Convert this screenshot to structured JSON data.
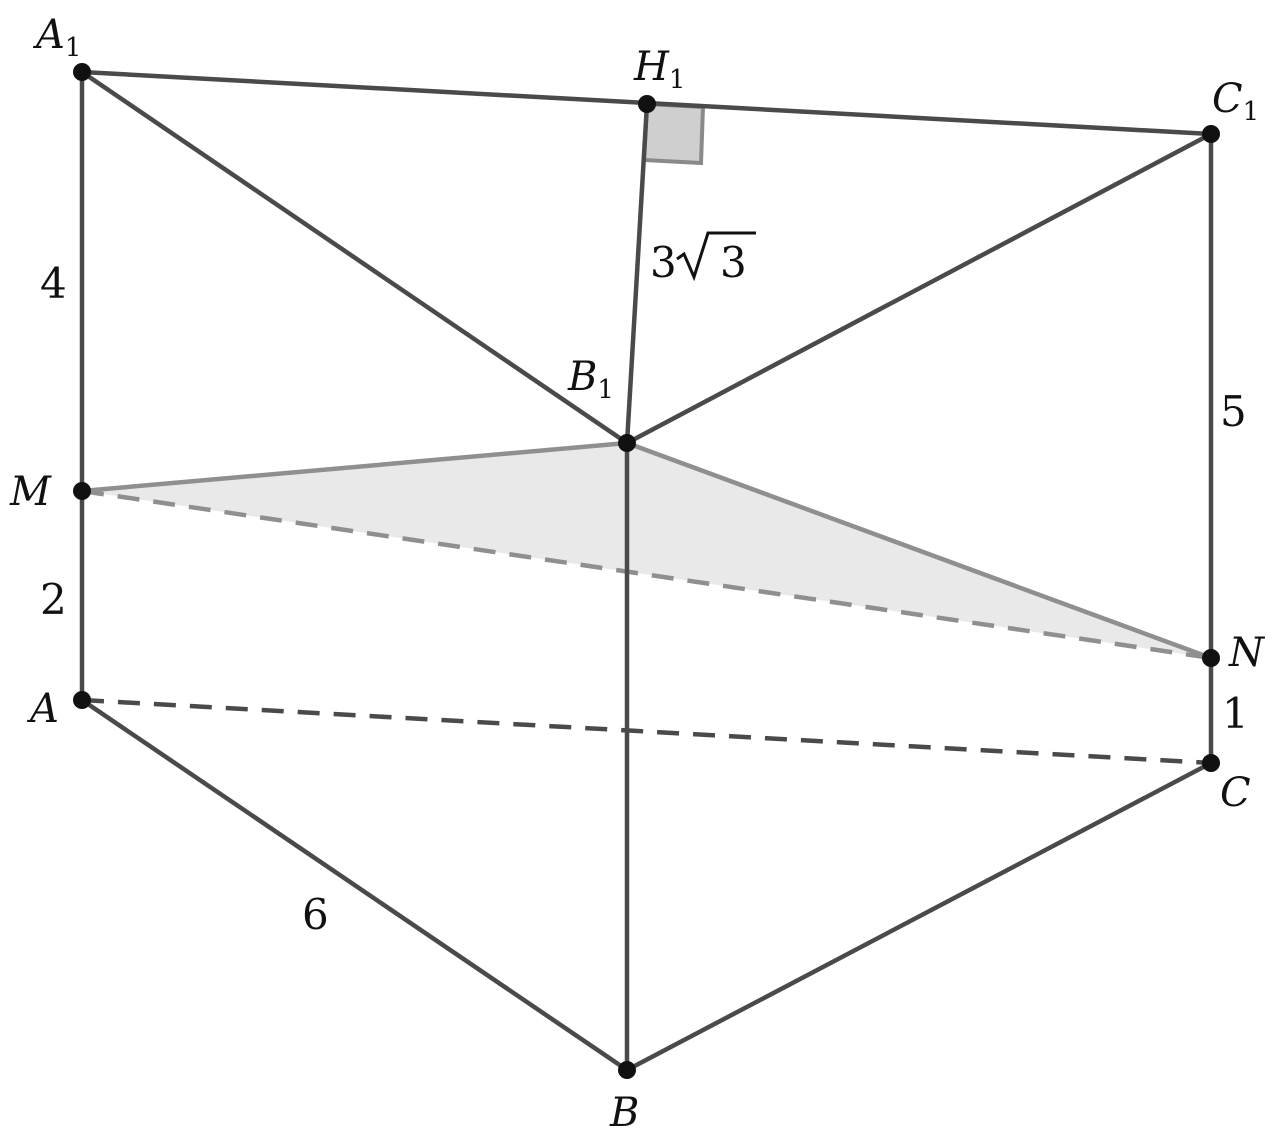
{
  "labels": {
    "A1": {
      "letter": "A",
      "sub": "1"
    },
    "H1": {
      "letter": "H",
      "sub": "1"
    },
    "C1": {
      "letter": "C",
      "sub": "1"
    },
    "B1": {
      "letter": "B",
      "sub": "1"
    },
    "M": {
      "letter": "M"
    },
    "N": {
      "letter": "N"
    },
    "A": {
      "letter": "A"
    },
    "B": {
      "letter": "B"
    },
    "C": {
      "letter": "C"
    }
  },
  "measures": {
    "A1M": "4",
    "MA": "2",
    "AB": "6",
    "C1N": "5",
    "NC": "1",
    "B1H1_coef": "3",
    "B1H1_rad": "3"
  }
}
